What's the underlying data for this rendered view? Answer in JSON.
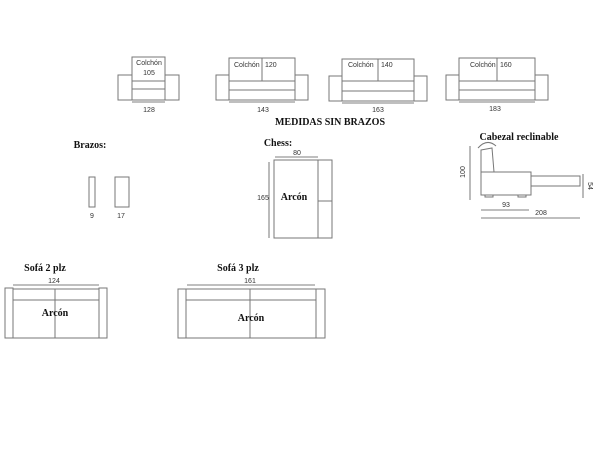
{
  "top_row": {
    "mattress_label": "Colchón",
    "sofas": [
      {
        "mattress": "105",
        "width": "128"
      },
      {
        "mattress": "120",
        "width": "143"
      },
      {
        "mattress": "140",
        "width": "163"
      },
      {
        "mattress": "160",
        "width": "183"
      }
    ],
    "caption": "MEDIDAS SIN BRAZOS"
  },
  "brazos": {
    "title": "Brazos:",
    "widths": [
      "9",
      "17"
    ]
  },
  "chess": {
    "title": "Chess:",
    "width": "80",
    "length": "165",
    "storage_label": "Arcón"
  },
  "cabezal": {
    "title": "Cabezal reclinable",
    "height": "100",
    "seat_height": "54",
    "depth": "93",
    "extended_depth": "208"
  },
  "sofa2": {
    "title": "Sofá 2 plz",
    "width": "124",
    "storage_label": "Arcón"
  },
  "sofa3": {
    "title": "Sofá 3 plz",
    "width": "161",
    "storage_label": "Arcón"
  }
}
